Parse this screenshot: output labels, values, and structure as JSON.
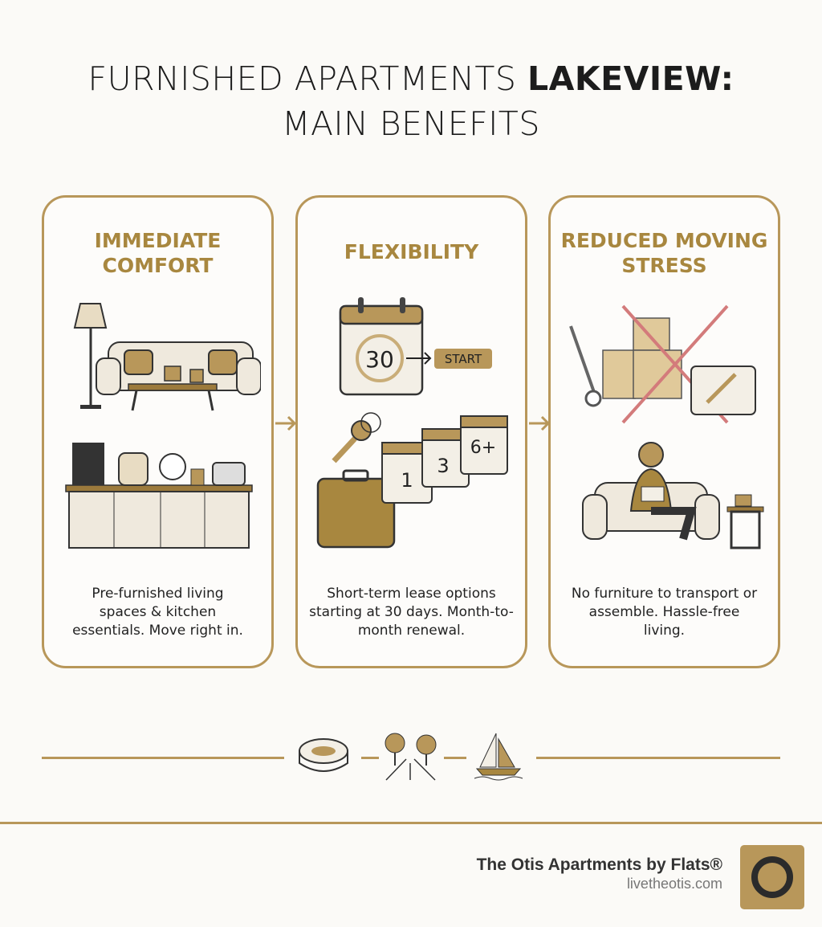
{
  "title": {
    "line1_regular": "FURNISHED APARTMENTS ",
    "line1_bold": "LAKEVIEW:",
    "line2": "MAIN BENEFITS"
  },
  "cards": [
    {
      "heading": "IMMEDIATE COMFORT",
      "description": "Pre-furnished living spaces & kitchen essentials. Move right in.",
      "icons": [
        "floor-lamp-icon",
        "sofa-icon",
        "coffee-table-icon",
        "kitchen-counter-icon"
      ]
    },
    {
      "heading": "FLEXIBILITY",
      "description": "Short-term lease options starting at 30 days. Month-to-month renewal.",
      "calendar_number": "30",
      "start_label": "START",
      "terms": [
        "1",
        "3",
        "6+"
      ],
      "icons": [
        "calendar-icon",
        "key-icon",
        "suitcase-icon"
      ]
    },
    {
      "heading": "REDUCED MOVING STRESS",
      "description": "No furniture to transport or assemble. Hassle-free living.",
      "icons": [
        "crossed-boxes-icon",
        "toolbox-icon",
        "person-reading-icon",
        "armchair-icon"
      ]
    }
  ],
  "bottom_icons": [
    "stadium-icon",
    "tree-lined-road-icon",
    "sailboat-icon"
  ],
  "footer": {
    "brand": "The Otis Apartments by Flats®",
    "url": "livetheotis.com",
    "logo_letter": "O"
  },
  "colors": {
    "accent": "#b8975a",
    "heading": "#a8873f",
    "text": "#1c1c1c",
    "background": "#fbfaf7"
  }
}
